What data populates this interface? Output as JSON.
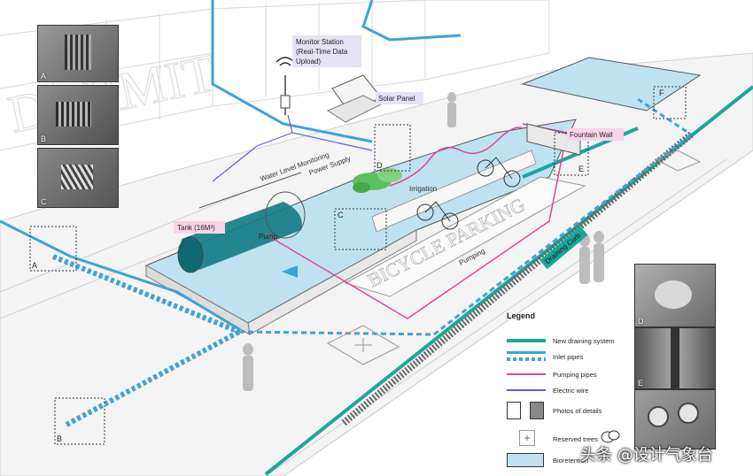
{
  "colors": {
    "draining": "#1aa79a",
    "inlet": "#3ea3d6",
    "pumping": "#e0459a",
    "electric": "#6a5acd",
    "bioretention": "#bfe2f0",
    "tank": "#127b84"
  },
  "labels": {
    "monitor_station": "Monitor Station\n(Real-Time Data\nUpload)",
    "solar_panel": "Solar Panel",
    "water_level": "Water Level Monitoring",
    "power_supply": "Power Supply",
    "irrigation": "Irrigation",
    "fountain_wall": "Fountain Wall",
    "tank": "Tank (16M³)",
    "pump": "Pump",
    "pumping": "Pumping",
    "draining_curb": "Draining Curb",
    "bicycle_parking": "BICYCLE PARKING",
    "dormitory": "DORMIT"
  },
  "detail_markers": [
    "A",
    "B",
    "C",
    "D",
    "E",
    "F"
  ],
  "photos_left": [
    "A",
    "B",
    "C"
  ],
  "photos_right": [
    "D",
    "E"
  ],
  "legend": {
    "title": "Legend",
    "items": [
      {
        "symbol": "draining",
        "label": "New draining system"
      },
      {
        "symbol": "inlet",
        "label": "Inlet pipes"
      },
      {
        "symbol": "pumping",
        "label": "Pumping pipes"
      },
      {
        "symbol": "electric",
        "label": "Electric wire"
      },
      {
        "symbol": "photos",
        "label": "Photos of details"
      },
      {
        "symbol": "tree",
        "label": "Reserved trees"
      },
      {
        "symbol": "bio",
        "label": "Bioretention"
      }
    ]
  },
  "watermark": "头条 @设计气象台"
}
